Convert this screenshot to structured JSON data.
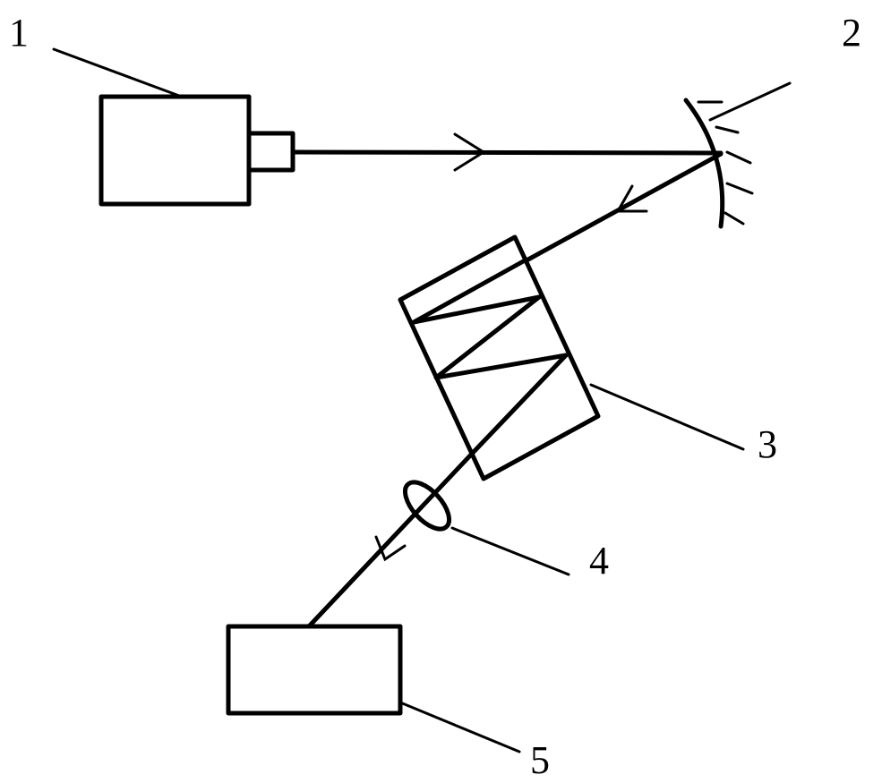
{
  "labels": {
    "laser": "1",
    "mirror": "2",
    "prism_block": "3",
    "lens": "4",
    "detector": "5"
  },
  "colors": {
    "stroke": "#000000",
    "background": "#ffffff"
  }
}
